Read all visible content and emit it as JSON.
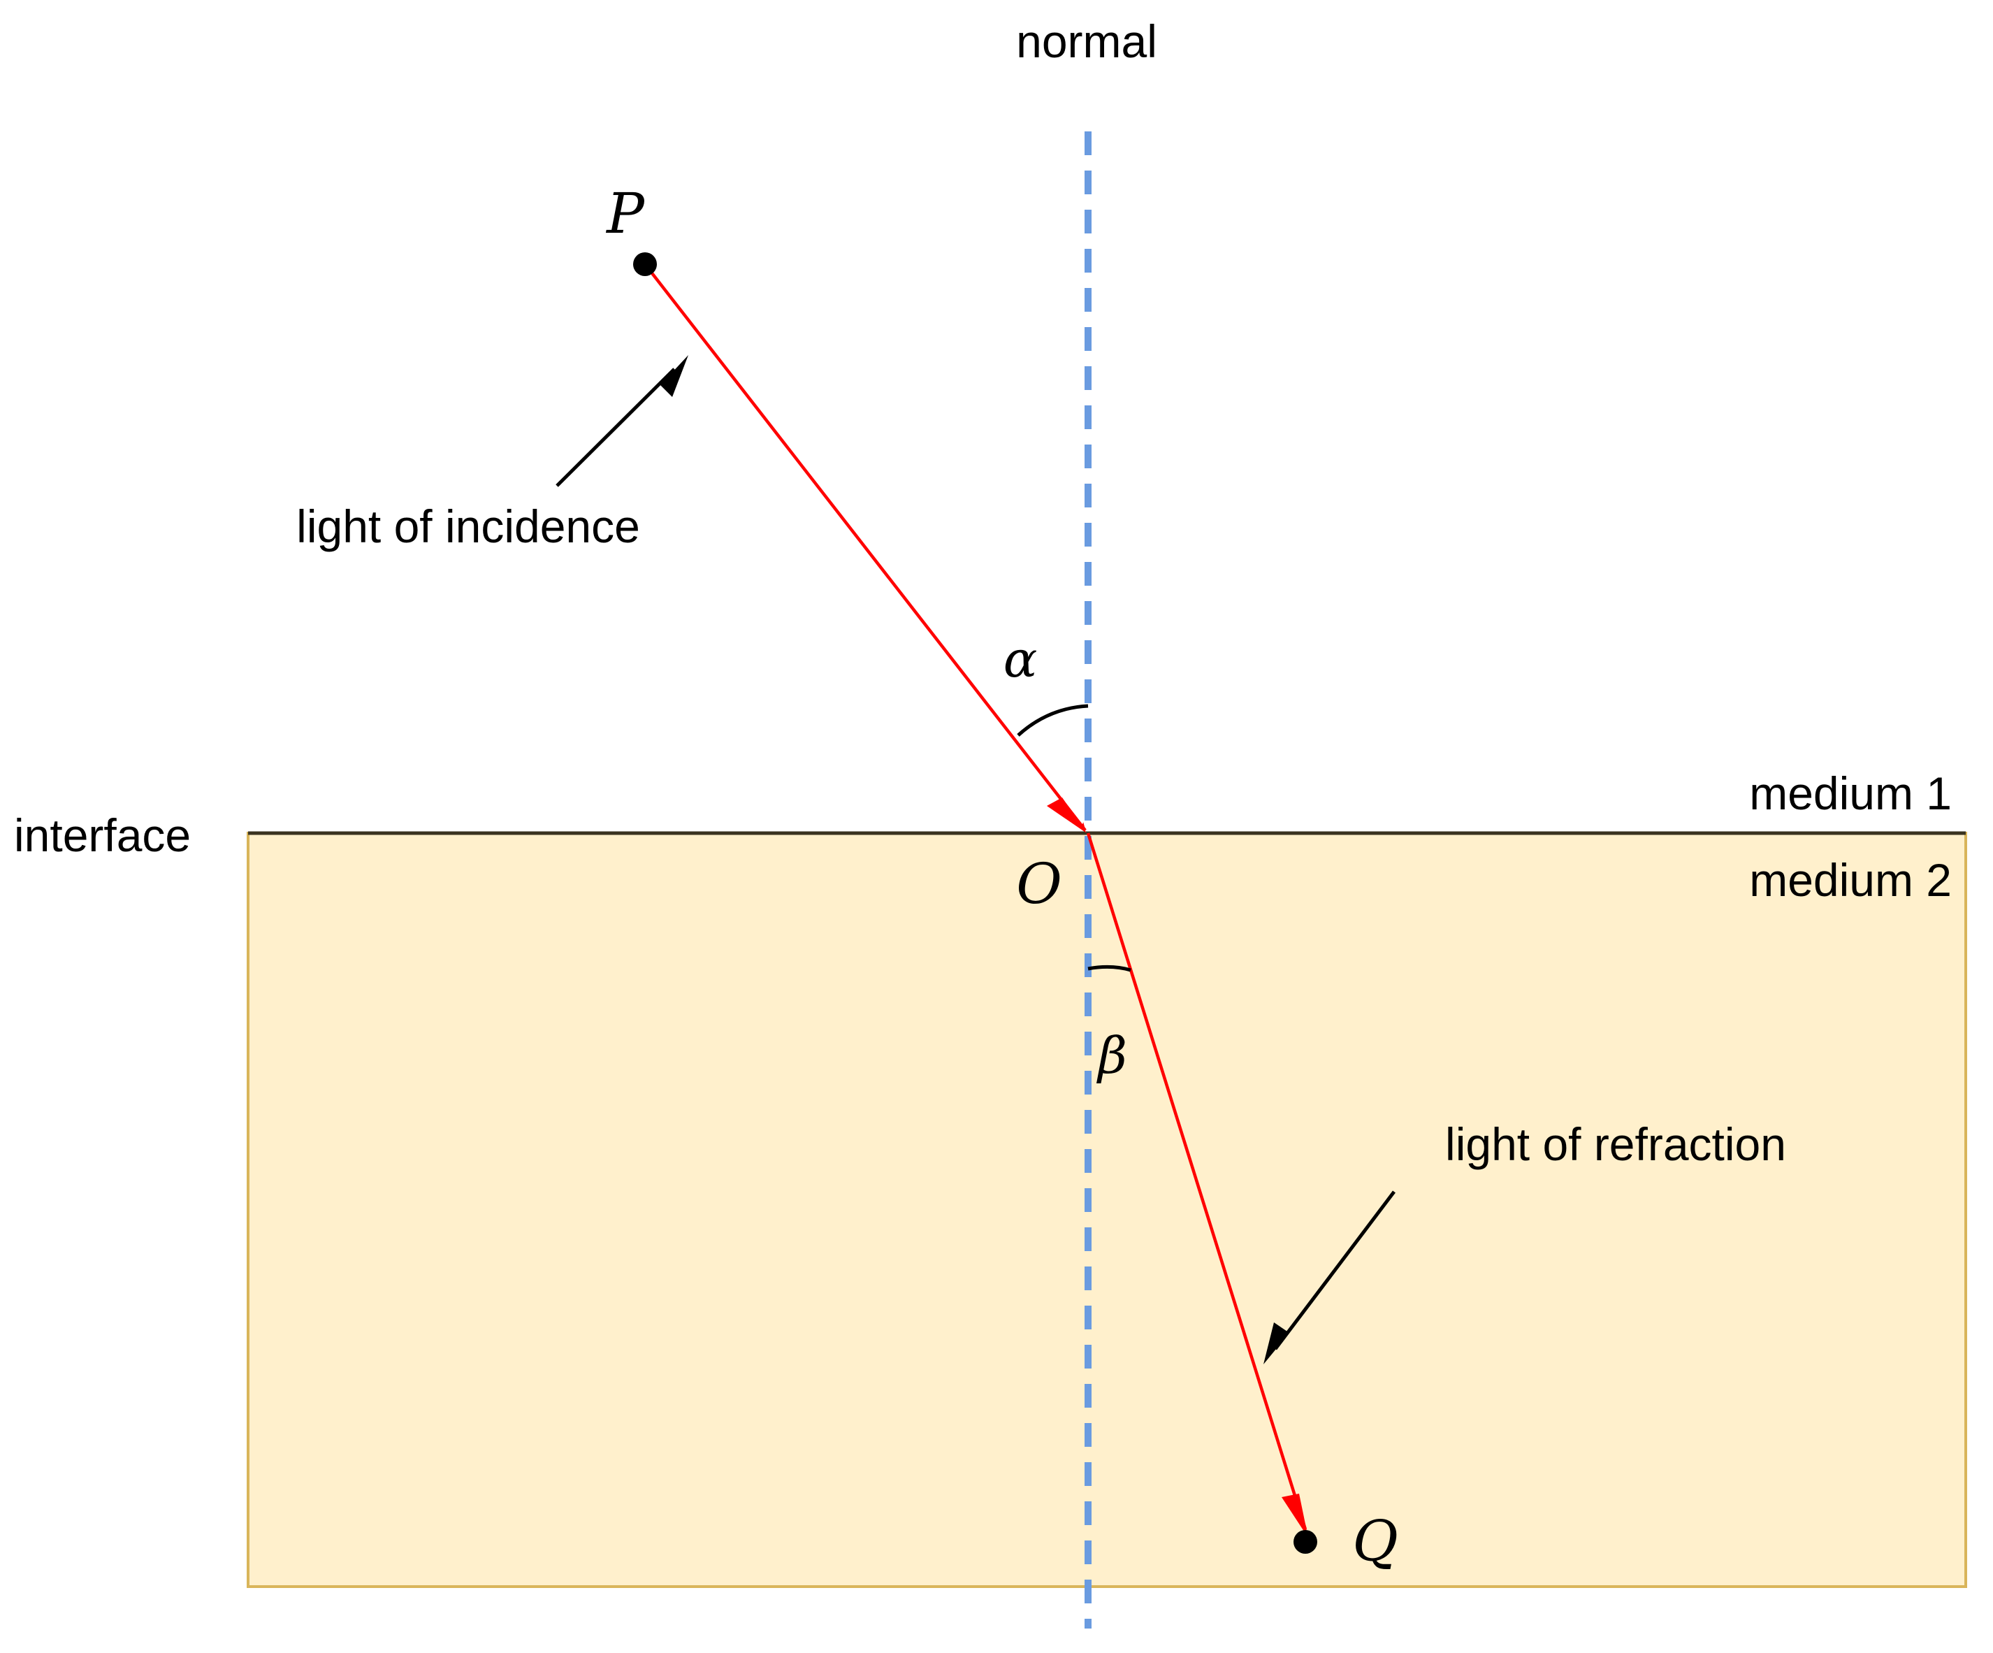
{
  "labels": {
    "normal": "normal",
    "incidence": "light of incidence",
    "refraction": "light of refraction",
    "interface": "interface",
    "medium1": "medium 1",
    "medium2": "medium 2",
    "point_p": "P",
    "point_o": "O",
    "point_q": "Q",
    "angle_alpha": "α",
    "angle_beta": "β"
  },
  "colors": {
    "medium2_fill": "#FFF0CC",
    "medium2_border": "#D9B55A",
    "interface_line": "#3A3320",
    "normal_line": "#6A9BE0",
    "light_ray": "#FF0000",
    "pointer_arrow": "#000000",
    "point_marker": "#000000"
  }
}
